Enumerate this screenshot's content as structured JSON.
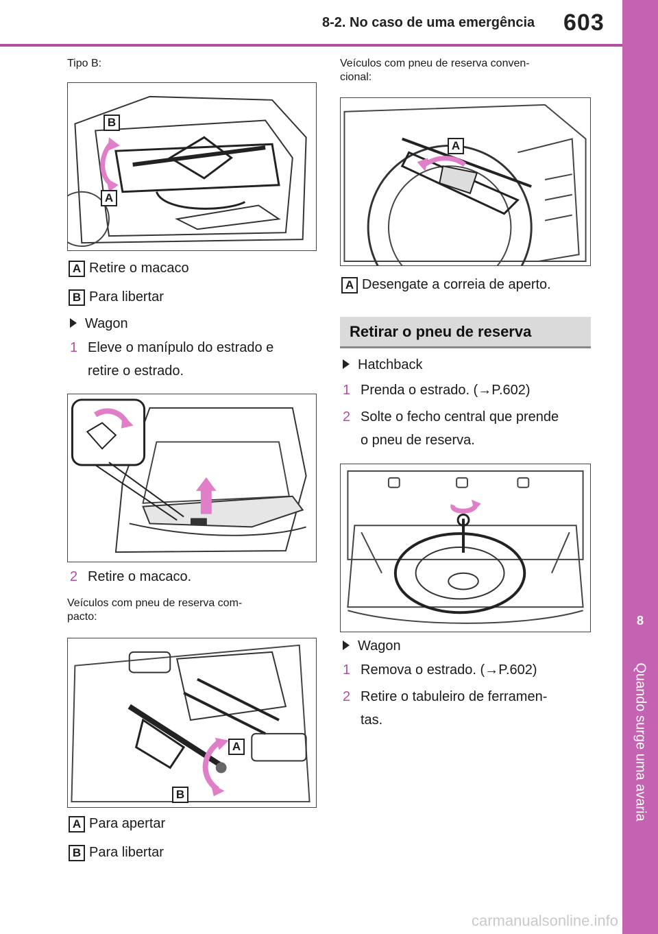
{
  "header": {
    "section_title": "8-2. No caso de uma emergência",
    "page_number": "603"
  },
  "side_tab": {
    "chapter_number": "8",
    "chapter_title": "Quando surge uma avaria"
  },
  "left": {
    "tipo_b_label": "Tipo B:",
    "fig1_labels": {
      "b": "B",
      "a": "A"
    },
    "legend1": [
      {
        "badge": "A",
        "text": "Retire o macaco"
      },
      {
        "badge": "B",
        "text": "Para libertar"
      }
    ],
    "wagon_title": "Wagon",
    "step1_num": "1",
    "step1_line1": "Eleve o manípulo do estrado e",
    "step1_line2": "retire o estrado.",
    "step2_num": "2",
    "step2_text": "Retire o macaco.",
    "compact_line1": "Veículos com pneu de reserva com-",
    "compact_line2": "pacto:",
    "fig3_labels": {
      "a": "A",
      "b": "B"
    },
    "legend2": [
      {
        "badge": "A",
        "text": "Para apertar"
      },
      {
        "badge": "B",
        "text": "Para libertar"
      }
    ]
  },
  "right": {
    "conv_line1": "Veículos com pneu de reserva conven-",
    "conv_line2": "cional:",
    "fig4_labels": {
      "a": "A"
    },
    "legend3": [
      {
        "badge": "A",
        "text": "Desengate a correia de aperto."
      }
    ],
    "section_heading": "Retirar o pneu de reserva",
    "hatchback_title": "Hatchback",
    "h_step1_num": "1",
    "h_step1_text": "Prenda o estrado. (→P.602)",
    "h_step2_num": "2",
    "h_step2_line1": "Solte o fecho central que prende",
    "h_step2_line2": "o pneu de reserva.",
    "wagon_title": "Wagon",
    "w_step1_num": "1",
    "w_step1_text": "Remova o estrado. (→P.602)",
    "w_step2_num": "2",
    "w_step2_line1": "Retire o tabuleiro de ferramen-",
    "w_step2_line2": "tas."
  },
  "watermark": "carmanualsonline.info",
  "colors": {
    "accent": "#c463b1",
    "arrow_fill": "#e07fc8"
  }
}
